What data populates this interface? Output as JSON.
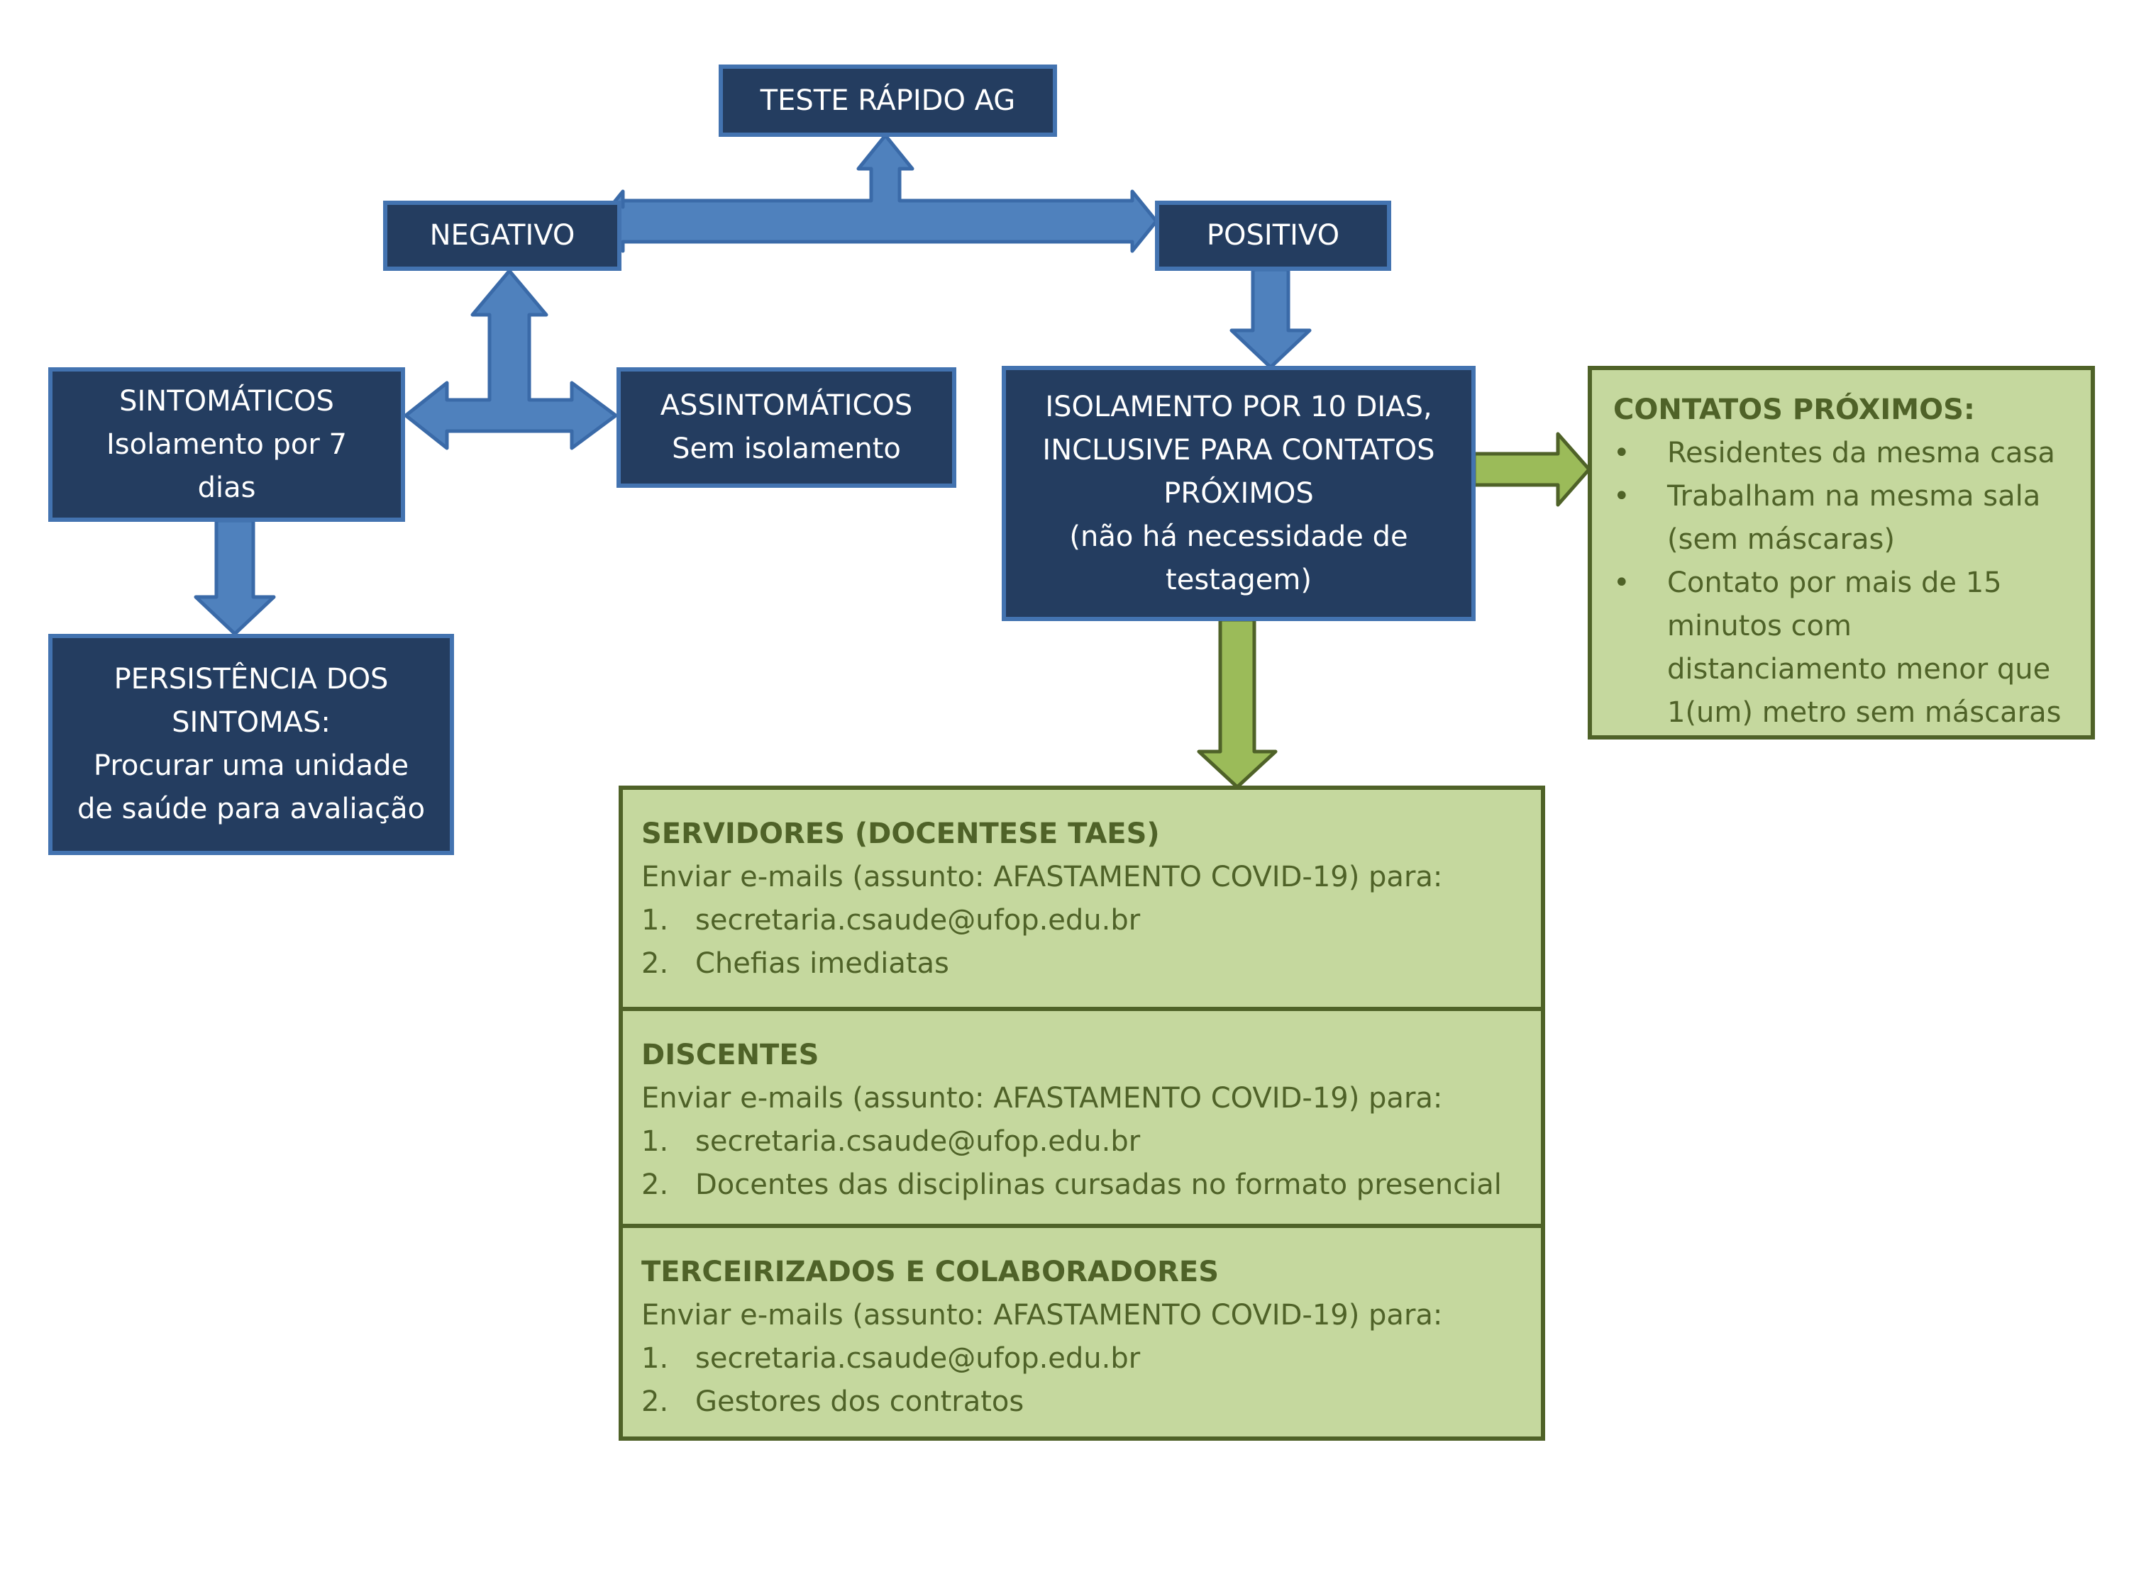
{
  "diagram": {
    "test_box": "TESTE RÁPIDO AG",
    "negative_box": "NEGATIVO",
    "positive_box": "POSITIVO",
    "symptomatic_box": {
      "line1": "SINTOMÁTICOS",
      "line2": "Isolamento por 7",
      "line3": "dias"
    },
    "asymptomatic_box": {
      "line1": "ASSINTOMÁTICOS",
      "line2": "Sem isolamento"
    },
    "persistence_box": {
      "line1": "PERSISTÊNCIA DOS",
      "line2": "SINTOMAS:",
      "line3": "Procurar uma unidade",
      "line4": "de saúde para avaliação"
    },
    "isolation_box": {
      "line1": "ISOLAMENTO POR 10 DIAS,",
      "line2": "INCLUSIVE PARA CONTATOS",
      "line3": "PRÓXIMOS",
      "line4": "(não há necessidade de",
      "line5": "testagem)"
    },
    "contacts_box": {
      "heading": "CONTATOS PRÓXIMOS:",
      "bullet": "•",
      "item1_line1": "Residentes da mesma casa",
      "item2_line1": "Trabalham na mesma sala",
      "item2_line2": "(sem máscaras)",
      "item3_line1": "Contato por mais de 15",
      "item3_line2": "minutos com",
      "item3_line3": "distanciamento menor que",
      "item3_line4": "1(um) metro sem máscaras"
    },
    "email_sections": [
      {
        "heading": "SERVIDORES (DOCENTESE TAES)",
        "intro": "Enviar e-mails (assunto: AFASTAMENTO COVID-19) para:",
        "items": [
          {
            "num": "1.",
            "text": "secretaria.csaude@ufop.edu.br"
          },
          {
            "num": "2.",
            "text": "Chefias imediatas"
          }
        ]
      },
      {
        "heading": "DISCENTES",
        "intro": "Enviar e-mails (assunto: AFASTAMENTO COVID-19) para:",
        "items": [
          {
            "num": "1.",
            "text": "secretaria.csaude@ufop.edu.br"
          },
          {
            "num": "2.",
            "text": "Docentes das disciplinas cursadas no formato presencial"
          }
        ]
      },
      {
        "heading": "TERCEIRIZADOS E COLABORADORES",
        "intro": "Enviar e-mails (assunto: AFASTAMENTO COVID-19) para:",
        "items": [
          {
            "num": "1.",
            "text": "secretaria.csaude@ufop.edu.br"
          },
          {
            "num": "2.",
            "text": "Gestores dos contratos"
          }
        ]
      }
    ]
  },
  "colors": {
    "navy_fill": "#243d60",
    "navy_border": "#4373b0",
    "blue_arrow_fill": "#4f81bd",
    "blue_arrow_stroke": "#3a6aa8",
    "green_fill": "#c5d89e",
    "green_border": "#4f6228",
    "green_arrow_fill": "#9bbb59",
    "green_arrow_stroke": "#4f6228"
  }
}
